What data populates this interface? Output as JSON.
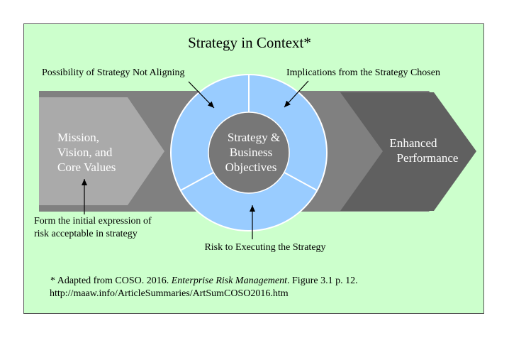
{
  "title": "Strategy in Context*",
  "left_box": {
    "lines": [
      "Mission,",
      "Vision, and",
      "Core Values"
    ]
  },
  "right_box": {
    "lines": [
      "Enhanced",
      "Performance"
    ]
  },
  "center": {
    "lines": [
      "Strategy &",
      "Business",
      "Objectives"
    ]
  },
  "annotations": {
    "not_aligning": "Possibility of Strategy Not Aligning",
    "implications": "Implications from the Strategy Chosen",
    "initial_expression": [
      "Form the initial expression of",
      "risk acceptable in strategy"
    ],
    "executing": "Risk to Executing the Strategy"
  },
  "footnote": {
    "prefix": "* Adapted from COSO. 2016. ",
    "title": "Enterprise Risk Management",
    "suffix": ". Figure 3.1 p. 12.",
    "url": "http://maaw.info/ArticleSummaries/ArtSumCOSO2016.htm"
  },
  "colors": {
    "background": "#ccffcc",
    "left_box": "#aaaaaa",
    "band": "#808080",
    "right_box": "#606060",
    "ring": "#99ccff",
    "center": "#777777"
  }
}
